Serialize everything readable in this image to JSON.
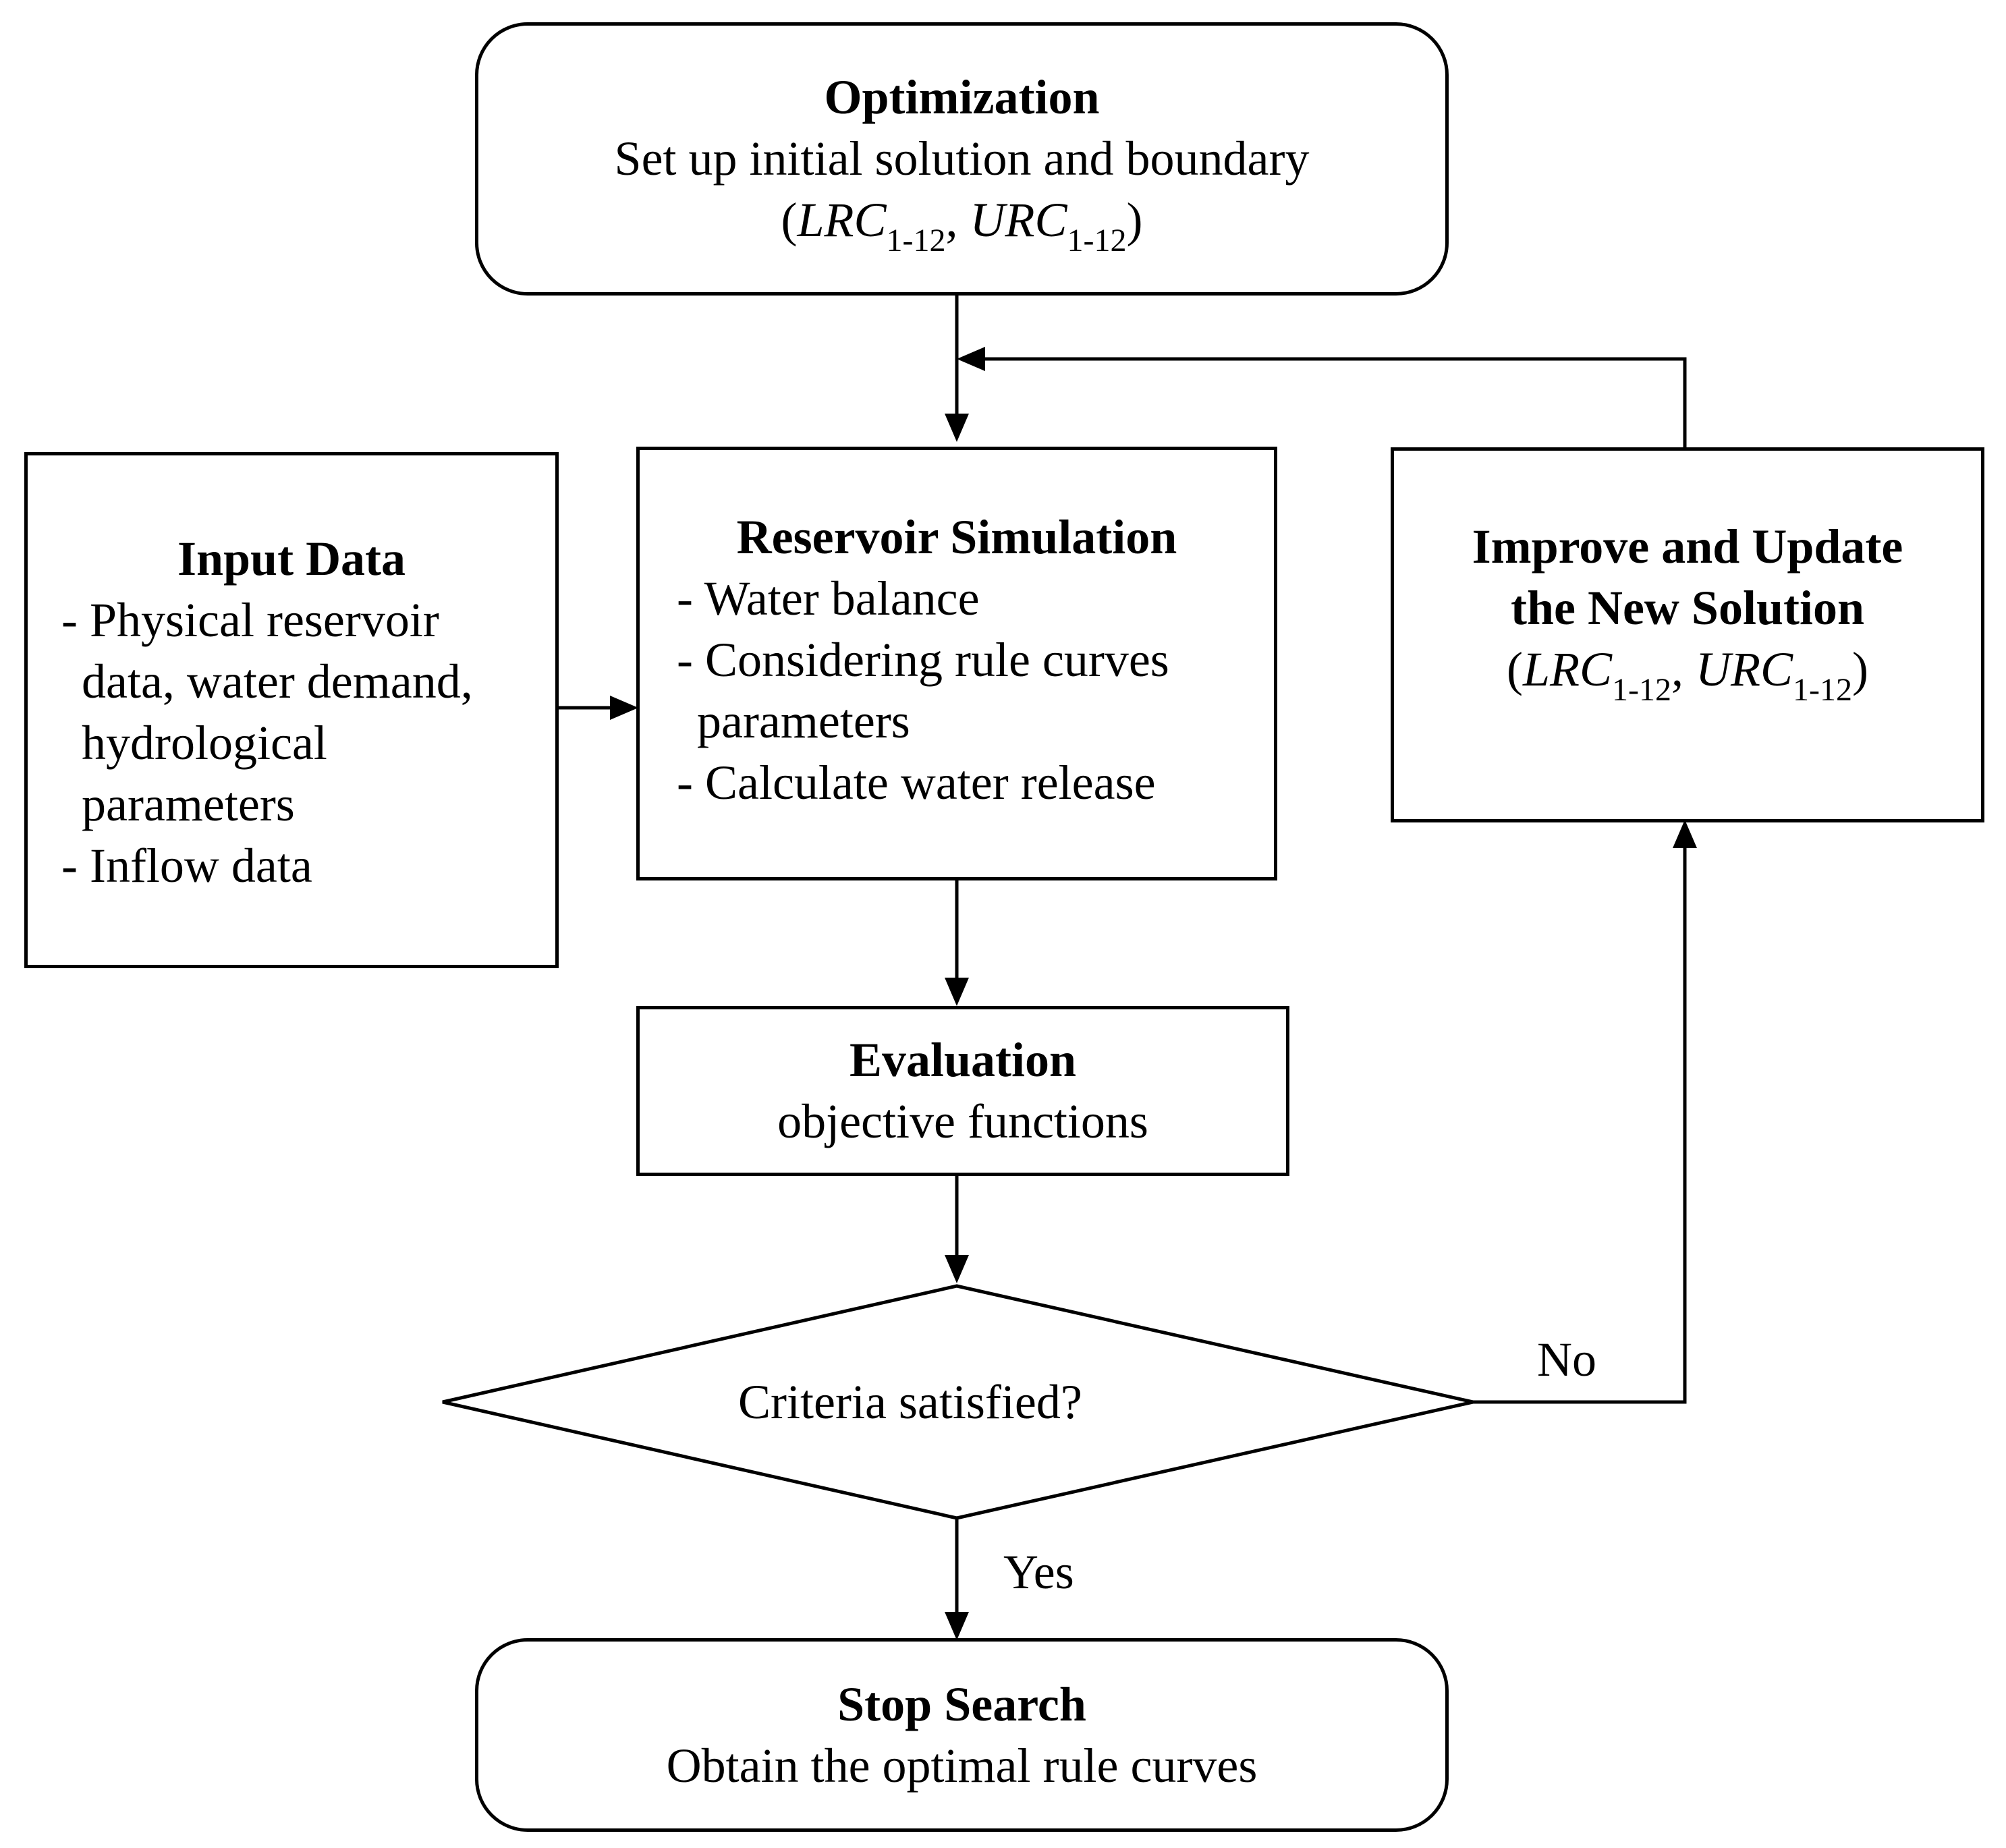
{
  "optimization": {
    "title": "Optimization",
    "line1": "Set up initial solution and boundary",
    "params": {
      "open": "(",
      "lrc": "LRC",
      "lrc_sub": "1-12",
      "sep": ", ",
      "urc": "URC",
      "urc_sub": "1-12",
      "close": ")"
    }
  },
  "input_data": {
    "title": "Input Data",
    "bullet1": "- Physical reservoir",
    "bullet1_cont": [
      "data, water demand,",
      "hydrological",
      "parameters"
    ],
    "bullet2": "- Inflow data"
  },
  "simulation": {
    "title": "Reservoir Simulation",
    "bullet1": "- Water balance",
    "bullet2": "- Considering rule curves",
    "bullet2_cont": "parameters",
    "bullet3": "- Calculate water release"
  },
  "improve": {
    "title_line1": "Improve and Update",
    "title_line2": "the New Solution",
    "params": {
      "open": "(",
      "lrc": "LRC",
      "lrc_sub": "1-12",
      "sep": ", ",
      "urc": "URC",
      "urc_sub": "1-12",
      "close": ")"
    }
  },
  "evaluation": {
    "title": "Evaluation",
    "subtitle": "objective functions"
  },
  "decision": {
    "question": "Criteria satisfied?",
    "no_label": "No",
    "yes_label": "Yes"
  },
  "stop": {
    "title": "Stop Search",
    "subtitle": "Obtain the optimal rule curves"
  }
}
